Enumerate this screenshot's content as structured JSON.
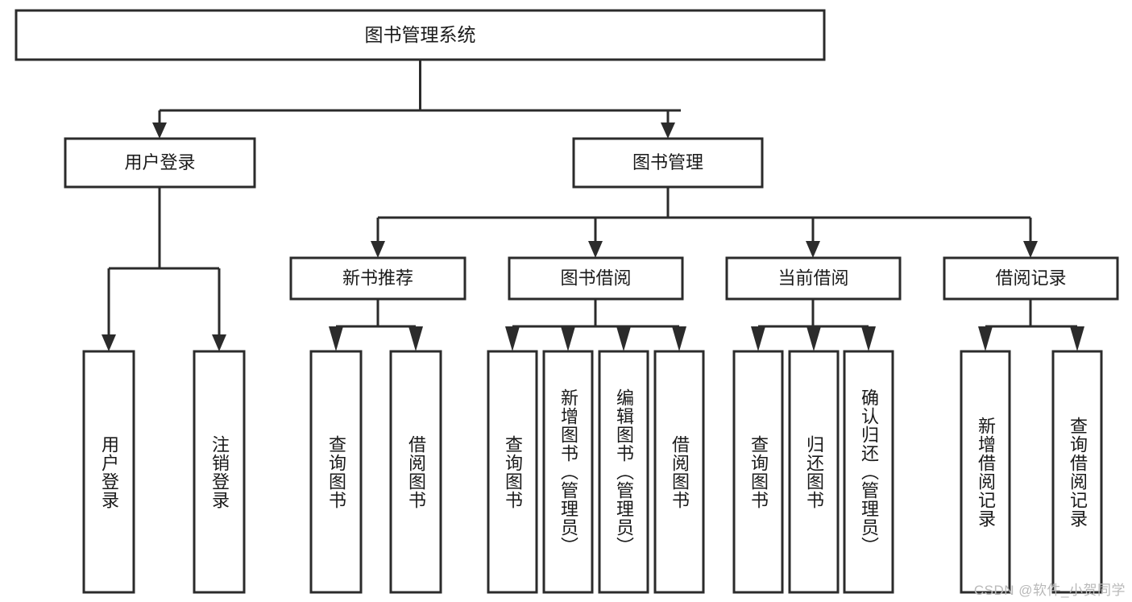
{
  "diagram": {
    "type": "hierarchy-tree",
    "title": "图书管理系统",
    "root": {
      "id": "root",
      "label": "图书管理系统"
    },
    "level2": [
      {
        "id": "user-login",
        "label": "用户登录"
      },
      {
        "id": "book-manage",
        "label": "图书管理"
      }
    ],
    "level3": [
      {
        "id": "new-book-rec",
        "label": "新书推荐",
        "parent": "book-manage"
      },
      {
        "id": "book-borrow",
        "label": "图书借阅",
        "parent": "book-manage"
      },
      {
        "id": "current-borrow",
        "label": "当前借阅",
        "parent": "book-manage"
      },
      {
        "id": "borrow-record",
        "label": "借阅记录",
        "parent": "book-manage"
      }
    ],
    "leaves": [
      {
        "id": "leaf-user-login",
        "label": "用户登录",
        "parent": "user-login"
      },
      {
        "id": "leaf-user-logout",
        "label": "注销登录",
        "parent": "user-login"
      },
      {
        "id": "leaf-query-book-1",
        "label": "查询图书",
        "parent": "new-book-rec"
      },
      {
        "id": "leaf-borrow-book-1",
        "label": "借阅图书",
        "parent": "new-book-rec"
      },
      {
        "id": "leaf-query-book-2",
        "label": "查询图书",
        "parent": "book-borrow"
      },
      {
        "id": "leaf-add-book",
        "label": "新增图书（管理员）",
        "parent": "book-borrow"
      },
      {
        "id": "leaf-edit-book",
        "label": "编辑图书（管理员）",
        "parent": "book-borrow"
      },
      {
        "id": "leaf-borrow-book-2",
        "label": "借阅图书",
        "parent": "book-borrow"
      },
      {
        "id": "leaf-query-book-3",
        "label": "查询图书",
        "parent": "current-borrow"
      },
      {
        "id": "leaf-return-book",
        "label": "归还图书",
        "parent": "current-borrow"
      },
      {
        "id": "leaf-confirm-return",
        "label": "确认归还（管理员）",
        "parent": "current-borrow"
      },
      {
        "id": "leaf-add-record",
        "label": "新增借阅记录",
        "parent": "borrow-record"
      },
      {
        "id": "leaf-query-record",
        "label": "查询借阅记录",
        "parent": "borrow-record"
      }
    ]
  },
  "watermark": {
    "text": "CSDN @软件_小贺同学"
  },
  "colors": {
    "stroke": "#2b2b2b",
    "fill": "#ffffff",
    "text": "#1a1a1a",
    "watermark": "#b9b9b9",
    "background": "#ffffff"
  }
}
